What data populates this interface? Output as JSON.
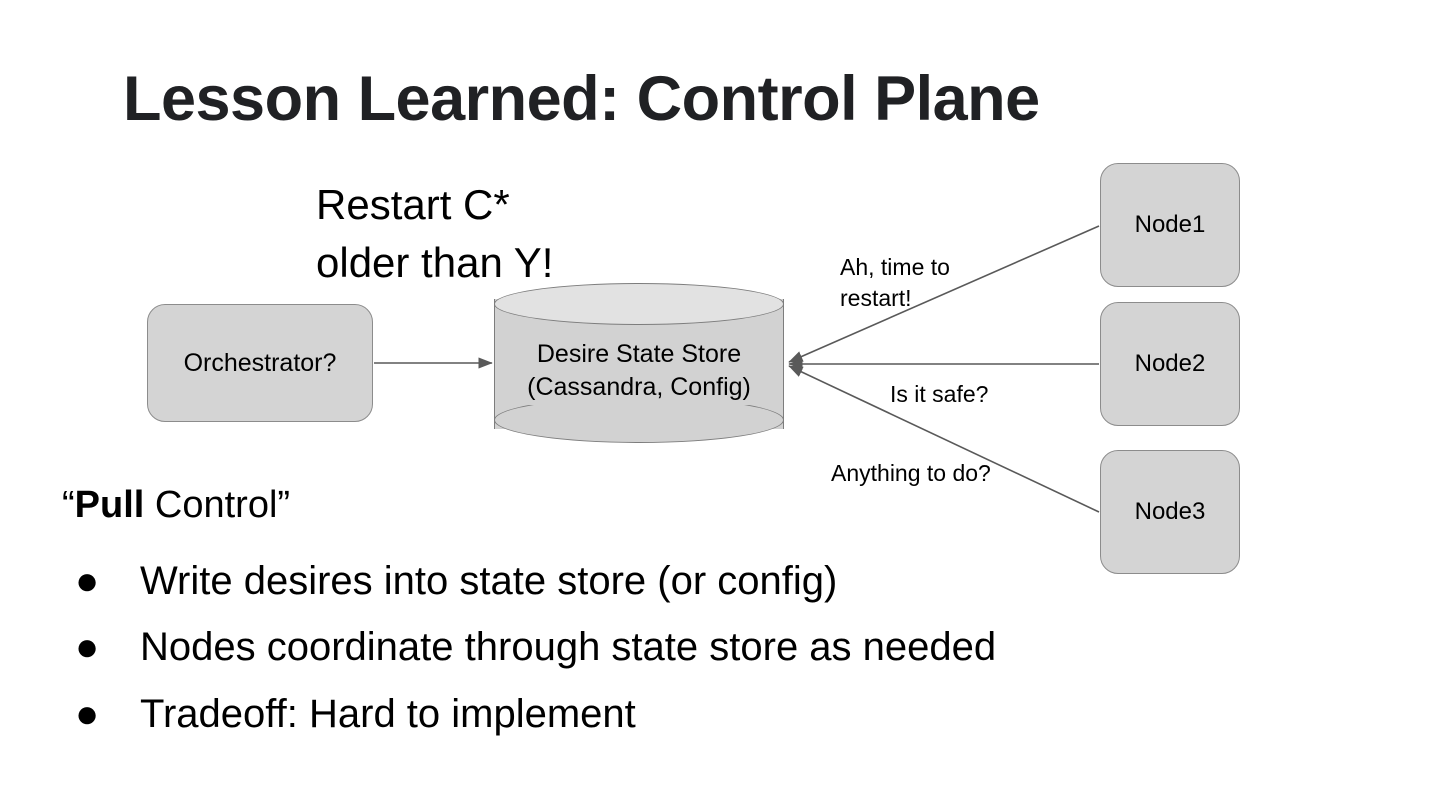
{
  "slide": {
    "title": "Lesson Learned: Control Plane",
    "background_color": "#ffffff",
    "title_color": "#202124"
  },
  "diagram": {
    "shape_fill_color": "#d4d4d4",
    "shape_stroke_color": "#8c8c8c",
    "connector_color": "#595959",
    "callout": "Restart C*\nolder than Y!",
    "orchestrator": {
      "label": "Orchestrator?"
    },
    "state_store": {
      "line1": "Desire State Store",
      "line2": "(Cassandra, Config)"
    },
    "nodes": [
      {
        "label": "Node1"
      },
      {
        "label": "Node2"
      },
      {
        "label": "Node3"
      }
    ],
    "connector_labels": [
      "Ah, time to\nrestart!",
      "Is it safe?",
      "Anything to do?"
    ]
  },
  "body": {
    "heading_prefix": "“",
    "heading_bold": "Pull",
    "heading_suffix": " Control”",
    "bullet_marker": "●",
    "bullets": [
      "Write desires into state store (or config)",
      "Nodes coordinate through state store as needed",
      "Tradeoff: Hard to implement"
    ]
  }
}
